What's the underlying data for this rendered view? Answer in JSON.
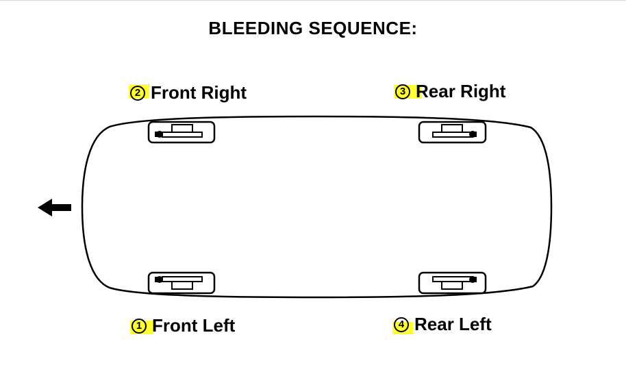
{
  "title": "BLEEDING SEQUENCE:",
  "wheels": {
    "front_right": {
      "number": "2",
      "label": "Front Right"
    },
    "rear_right": {
      "number": "3",
      "label": "Rear Right"
    },
    "front_left": {
      "number": "1",
      "label": "Front Left"
    },
    "rear_left": {
      "number": "4",
      "label": "Rear Left"
    }
  },
  "colors": {
    "highlight": "#ffff33",
    "line": "#000000"
  },
  "icons": {
    "direction": "arrow-left-icon"
  }
}
